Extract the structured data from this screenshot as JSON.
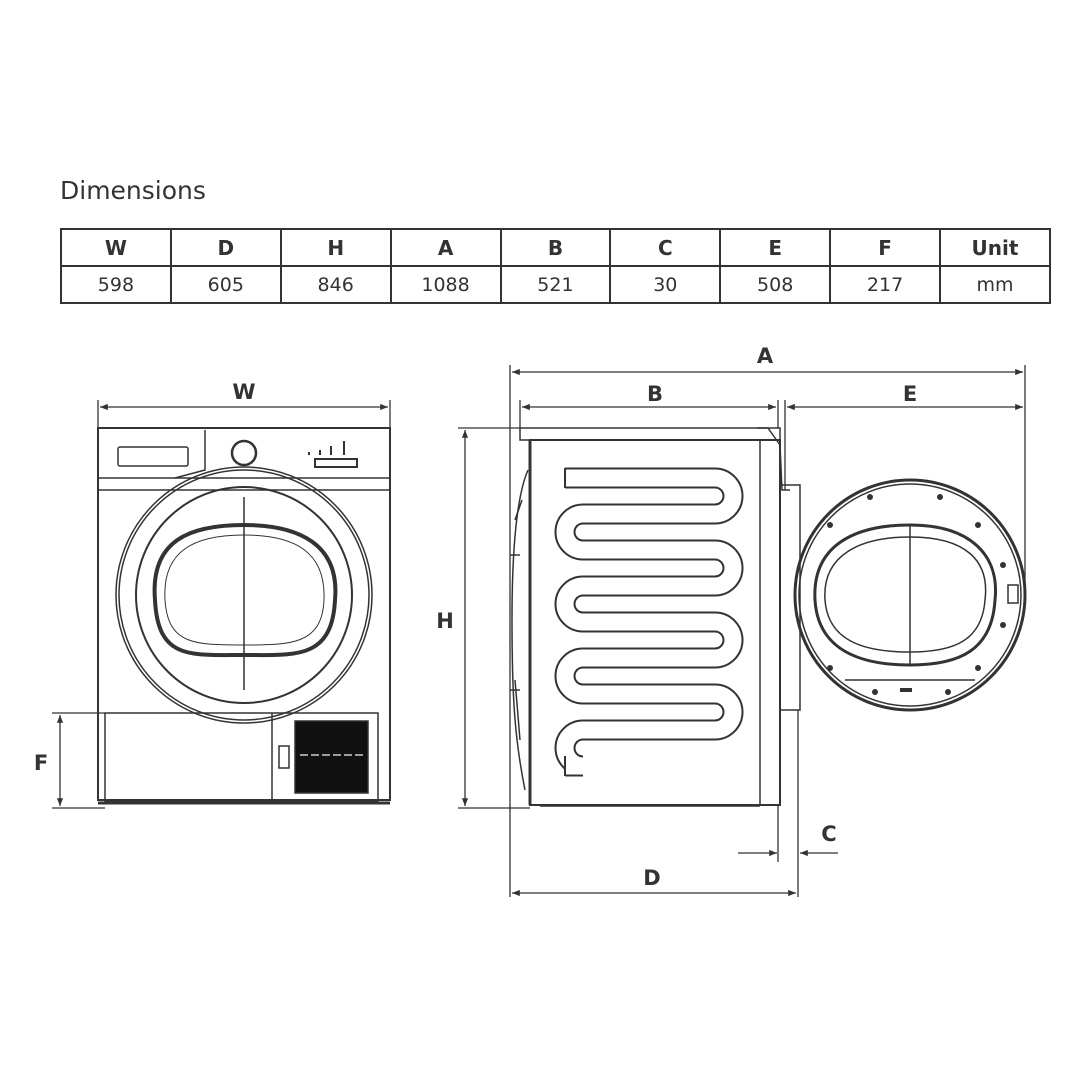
{
  "title": "Dimensions",
  "table": {
    "headers": [
      "W",
      "D",
      "H",
      "A",
      "B",
      "C",
      "E",
      "F",
      "Unit"
    ],
    "values": [
      "598",
      "605",
      "846",
      "1088",
      "521",
      "30",
      "508",
      "217",
      "mm"
    ]
  },
  "labels": {
    "W": "W",
    "F": "F",
    "A": "A",
    "B": "B",
    "E": "E",
    "H": "H",
    "D": "D",
    "C": "C"
  }
}
